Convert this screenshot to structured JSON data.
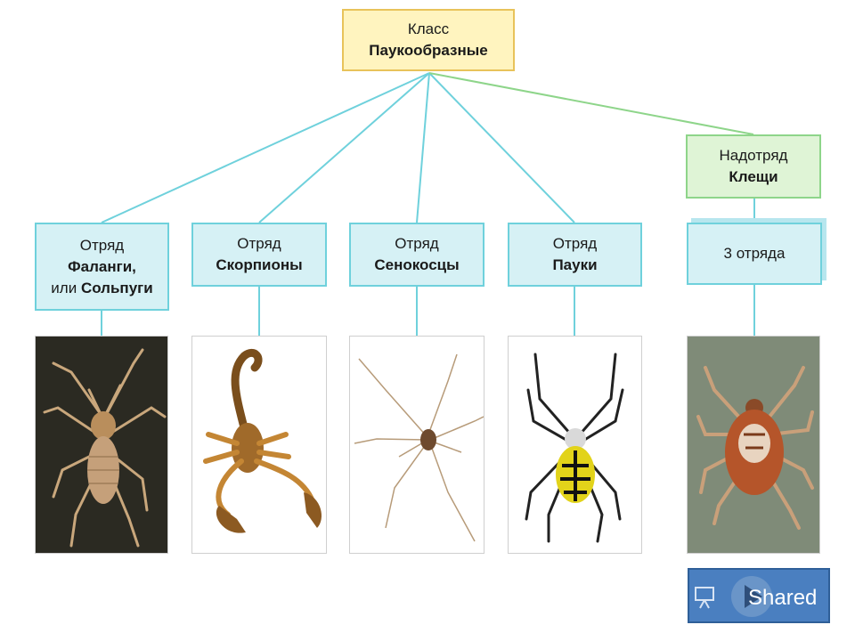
{
  "root": {
    "line1": "Класс",
    "line2": "Паукообразные"
  },
  "orders": [
    {
      "line1": "Отряд",
      "line2": "Фаланги,",
      "line3_pre": "или ",
      "line3_bold": "Сольпуги"
    },
    {
      "line1": "Отряд",
      "line2": "Скорпионы"
    },
    {
      "line1": "Отряд",
      "line2": "Сенокосцы"
    },
    {
      "line1": "Отряд",
      "line2": "Пауки"
    }
  ],
  "superorder": {
    "line1": "Надотряд",
    "line2": "Клещи"
  },
  "mites_orders": {
    "label": "3 отряда"
  },
  "watermark": {
    "text": "Shared",
    "icon": "presentation-icon"
  },
  "colors": {
    "line": "#6fd1dc",
    "order_fill": "#d6f1f5",
    "root_fill": "#fff4bf",
    "super_fill": "#dff4d6"
  }
}
